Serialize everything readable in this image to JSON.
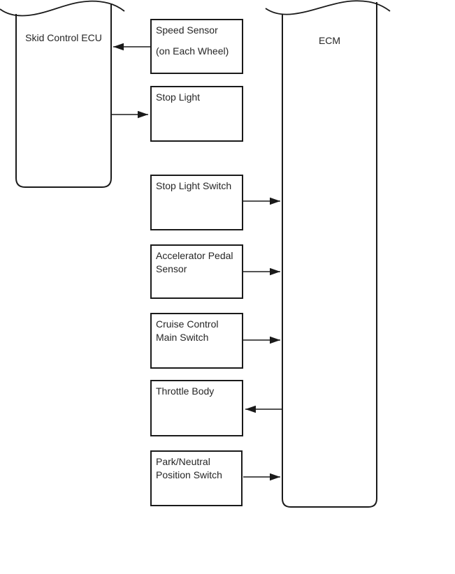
{
  "diagram": {
    "modules": {
      "skid_control_ecu": {
        "label": "Skid Control ECU"
      },
      "ecm": {
        "label": "ECM"
      }
    },
    "boxes": [
      {
        "line1": "Speed Sensor",
        "line2": "(on Each Wheel)"
      },
      {
        "line1": "Stop Light",
        "line2": ""
      },
      {
        "line1": "Stop Light Switch",
        "line2": ""
      },
      {
        "line1": "Accelerator Pedal",
        "line2": "Sensor"
      },
      {
        "line1": "Cruise Control",
        "line2": "Main Switch"
      },
      {
        "line1": "Throttle Body",
        "line2": ""
      },
      {
        "line1": "Park/Neutral",
        "line2": "Position Switch"
      }
    ],
    "connections": [
      {
        "from": "Speed Sensor (on Each Wheel)",
        "to": "Skid Control ECU",
        "arrow": "left"
      },
      {
        "from": "Skid Control ECU",
        "to": "Stop Light",
        "arrow": "right"
      },
      {
        "from": "Stop Light Switch",
        "to": "ECM",
        "arrow": "right"
      },
      {
        "from": "Accelerator Pedal Sensor",
        "to": "ECM",
        "arrow": "right"
      },
      {
        "from": "Cruise Control Main Switch",
        "to": "ECM",
        "arrow": "right"
      },
      {
        "from": "ECM",
        "to": "Throttle Body",
        "arrow": "left"
      },
      {
        "from": "Park/Neutral Position Switch",
        "to": "ECM",
        "arrow": "right"
      }
    ],
    "colors": {
      "line": "#1a1a1a",
      "text": "#262626",
      "background": "#ffffff"
    }
  }
}
